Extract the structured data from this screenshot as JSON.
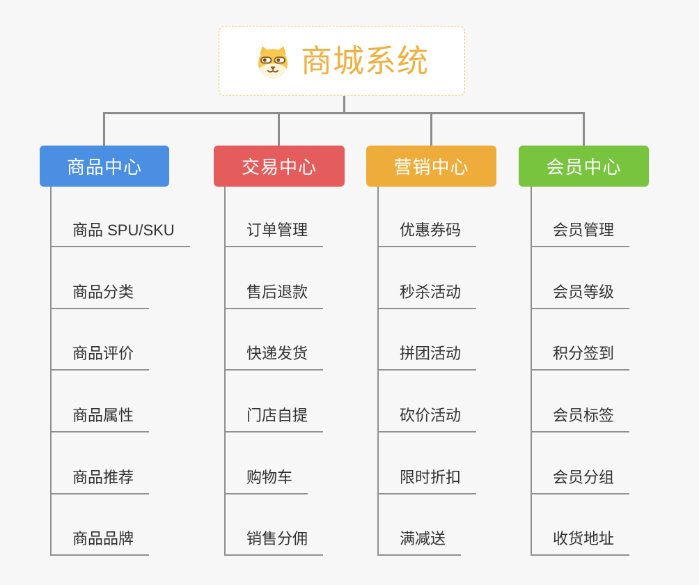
{
  "root": {
    "title": "商城系统",
    "icon": "shiba-dog-icon",
    "title_color": "#efb041",
    "border_color": "#f3bc63",
    "background": "#ffffff"
  },
  "colors": {
    "page_background": "#f7f7f7",
    "connector": "#8c8c8c",
    "child_connector": "#909090",
    "child_text": "#313131"
  },
  "branches": [
    {
      "id": "product-center",
      "label": "商品中心",
      "color": "#4a8fe2",
      "children": [
        "商品 SPU/SKU",
        "商品分类",
        "商品评价",
        "商品属性",
        "商品推荐",
        "商品品牌"
      ]
    },
    {
      "id": "trade-center",
      "label": "交易中心",
      "color": "#e45c5c",
      "children": [
        "订单管理",
        "售后退款",
        "快递发货",
        "门店自提",
        "购物车",
        "销售分佣"
      ]
    },
    {
      "id": "marketing-center",
      "label": "营销中心",
      "color": "#eead3b",
      "children": [
        "优惠券码",
        "秒杀活动",
        "拼团活动",
        "砍价活动",
        "限时折扣",
        "满减送"
      ]
    },
    {
      "id": "member-center",
      "label": "会员中心",
      "color": "#79c43f",
      "children": [
        "会员管理",
        "会员等级",
        "积分签到",
        "会员标签",
        "会员分组",
        "收货地址"
      ]
    }
  ]
}
